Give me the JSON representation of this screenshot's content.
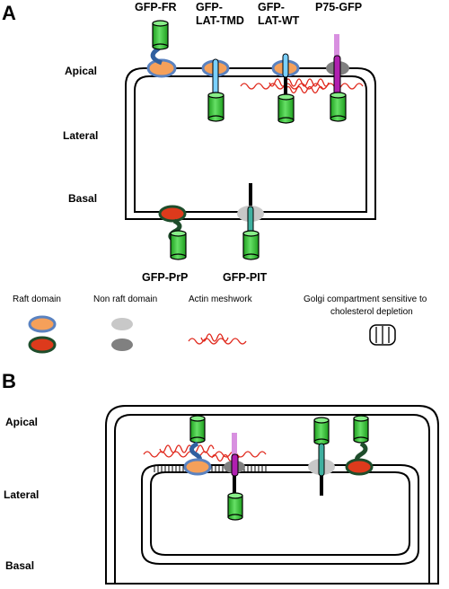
{
  "panel_a": {
    "letter": "A",
    "constructs_top": [
      {
        "line1": "GFP-FR",
        "line2": ""
      },
      {
        "line1": "GFP-",
        "line2": "LAT-TMD"
      },
      {
        "line1": "GFP-",
        "line2": "LAT-WT"
      },
      {
        "line1": "P75-GFP",
        "line2": ""
      }
    ],
    "constructs_bottom": [
      "GFP-PrP",
      "GFP-PIT"
    ],
    "region_labels": [
      "Apical",
      "Lateral",
      "Basal"
    ]
  },
  "legend": {
    "raft": "Raft domain",
    "nonraft": "Non raft domain",
    "actin": "Actin meshwork",
    "golgi_line1": "Golgi compartment sensitive to",
    "golgi_line2": "cholesterol depletion"
  },
  "panel_b": {
    "letter": "B",
    "region_labels": [
      "Apical",
      "Lateral",
      "Basal"
    ]
  },
  "colors": {
    "gfp_green": "#33cc33",
    "raft_orange": "#f5a05a",
    "raft_blue_ring": "#5a82c0",
    "raft_red": "#dd3a1c",
    "raft_dark_ring": "#1e4d2b",
    "nonraft_light": "#c8c8c8",
    "nonraft_dark": "#808080",
    "actin_red": "#e0281c",
    "p75_magenta": "#b020b0",
    "p75_light": "#d890e0",
    "pit_teal": "#40b0a0"
  }
}
